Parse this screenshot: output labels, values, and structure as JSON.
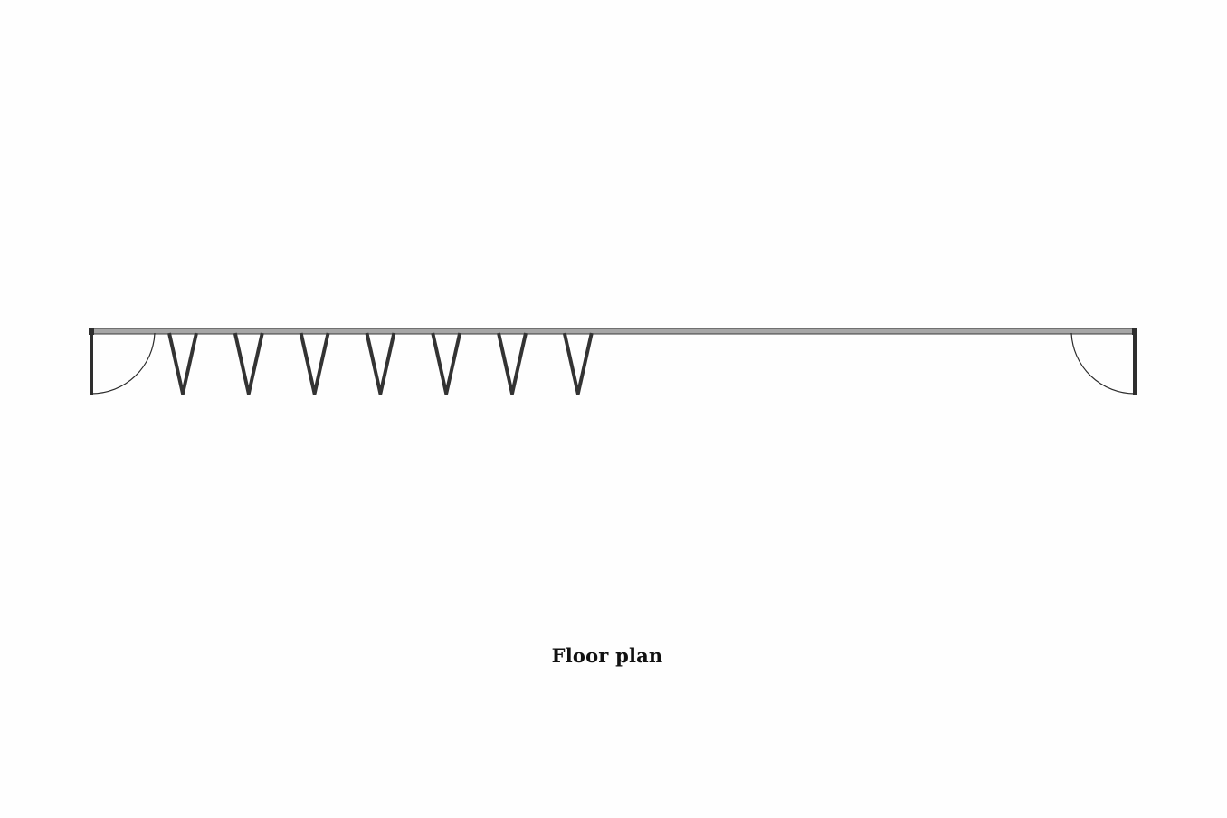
{
  "caption": "Floor plan",
  "colors": {
    "background": "#fefefe",
    "track_fill": "#a6a6a6",
    "track_stroke": "#3a3a3a",
    "panel": "#333333",
    "door": "#2e2e2e",
    "swing_arc": "#2a2a2a",
    "caption": "#111111"
  },
  "elements": {
    "track": "sliding-folding-track",
    "folding_panel_count": 7,
    "doors": [
      "left-swing-door",
      "right-swing-door"
    ]
  }
}
